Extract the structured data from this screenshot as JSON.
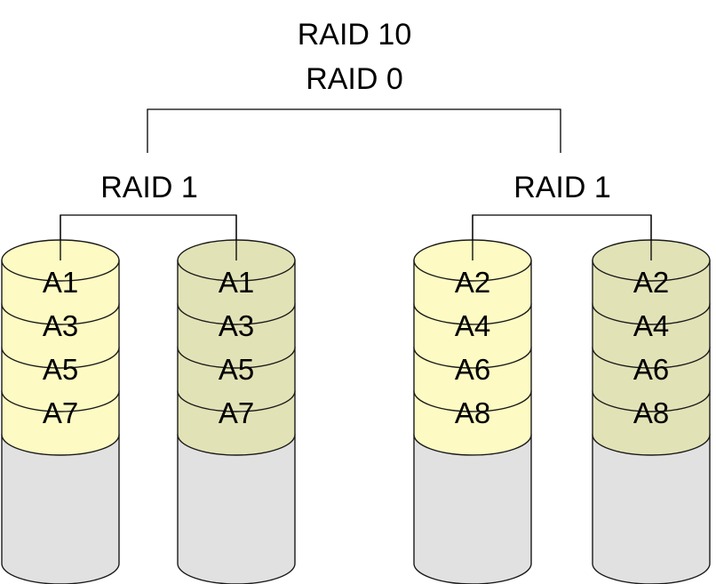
{
  "diagram": {
    "top_label_line1": "RAID 10",
    "top_label_line2": "RAID 0",
    "groups": [
      {
        "label": "RAID 1",
        "disks": [
          {
            "shade": "light",
            "blocks": [
              "A1",
              "A3",
              "A5",
              "A7"
            ]
          },
          {
            "shade": "dark",
            "blocks": [
              "A1",
              "A3",
              "A5",
              "A7"
            ]
          }
        ]
      },
      {
        "label": "RAID 1",
        "disks": [
          {
            "shade": "light",
            "blocks": [
              "A2",
              "A4",
              "A6",
              "A8"
            ]
          },
          {
            "shade": "dark",
            "blocks": [
              "A2",
              "A4",
              "A6",
              "A8"
            ]
          }
        ]
      }
    ]
  },
  "colors": {
    "light_disk": "#fdfbc3",
    "dark_disk": "#e2e2b7",
    "empty_disk": "#e1e1e1",
    "outline": "#1a1a1a",
    "line": "#000000"
  }
}
